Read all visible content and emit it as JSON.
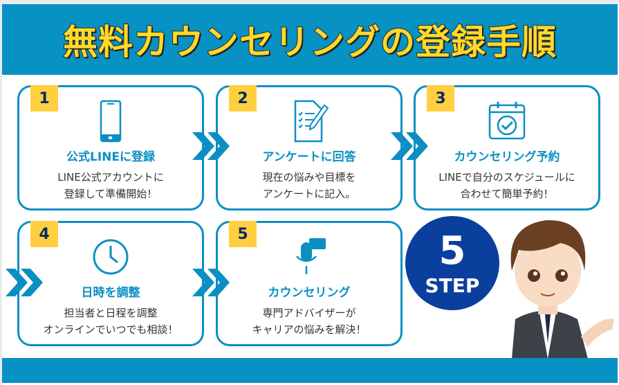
{
  "title": "無料カウンセリングの登録手順",
  "steps": [
    {
      "num": "1",
      "icon": "smartphone-icon",
      "title": "公式LINEに登録",
      "desc1": "LINE公式アカウントに",
      "desc2": "登録して準備開始！"
    },
    {
      "num": "2",
      "icon": "survey-pen-icon",
      "title": "アンケートに回答",
      "desc1": "現在の悩みや目標を",
      "desc2": "アンケートに記入。"
    },
    {
      "num": "3",
      "icon": "calendar-check-icon",
      "title": "カウンセリング予約",
      "desc1": "LINEで自分のスケジュールに",
      "desc2": "合わせて簡単予約！"
    },
    {
      "num": "4",
      "icon": "clock-icon",
      "title": "日時を調整",
      "desc1": "担当者と日程を調整",
      "desc2": "オンラインでいつでも相談！"
    },
    {
      "num": "5",
      "icon": "chat-microphone-icon",
      "title": "カウンセリング",
      "desc1": "専門アドバイザーが",
      "desc2": "キャリアの悩みを解決！"
    }
  ],
  "badge": {
    "number": "5",
    "label": "STEP"
  },
  "colors": {
    "primary": "#0891c3",
    "yellow": "#ffcf40",
    "navy": "#0b3f9e"
  }
}
